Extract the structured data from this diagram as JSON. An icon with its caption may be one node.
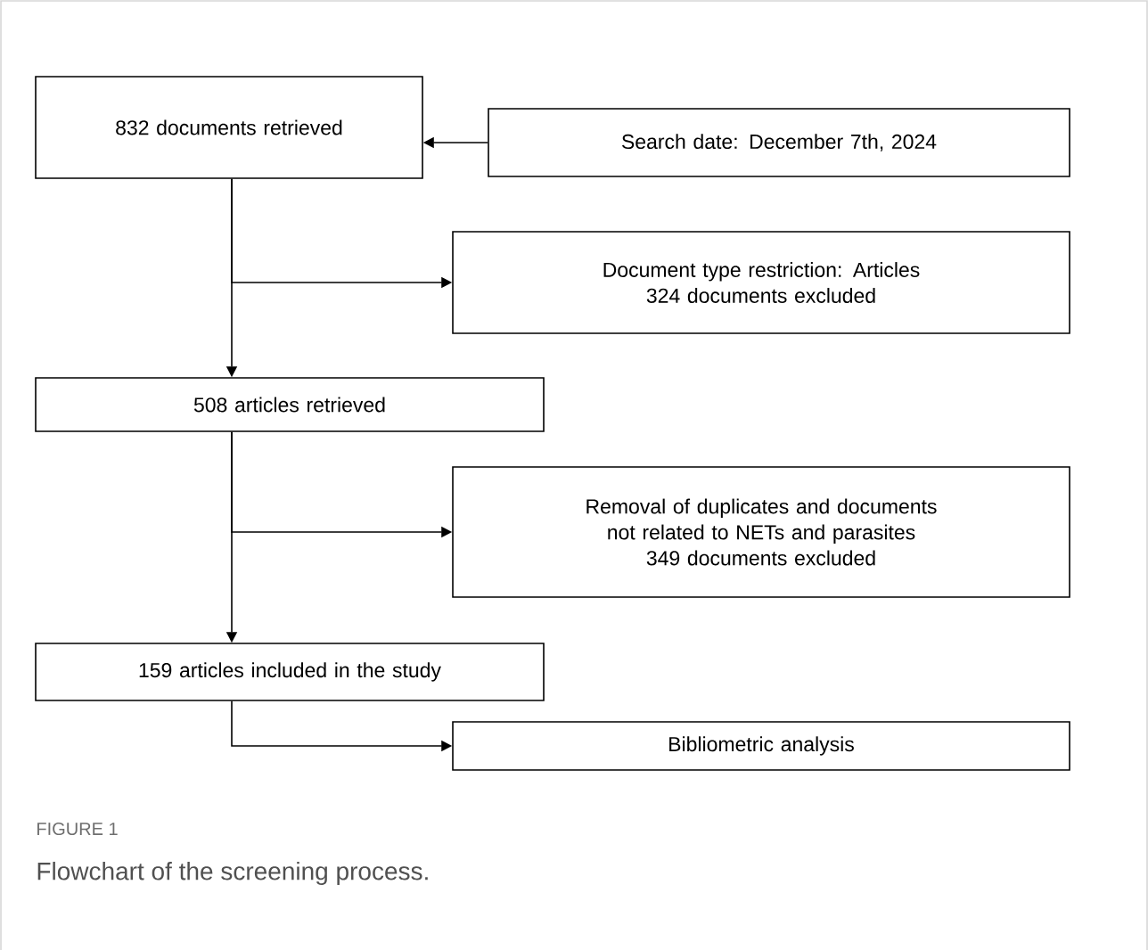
{
  "diagram": {
    "caption": "Flowchart of the screening process.",
    "nodes": [
      {
        "text": [
          "832 documents retrieved"
        ]
      },
      {
        "text": [
          "Search date: December 7th, 2024"
        ]
      },
      {
        "text": [
          "Document type restriction: Articles",
          "324 documents excluded"
        ]
      },
      {
        "text": [
          "508 articles retrieved"
        ]
      },
      {
        "text": [
          "Removal of duplicates and documents not related to NETs and parasites",
          "349 documents excluded"
        ]
      },
      {
        "text": [
          "159 articles included in the study"
        ]
      },
      {
        "text": [
          "Bibliometric analysis"
        ]
      }
    ],
    "edges": [
      {
        "from": 1,
        "to": 0,
        "arrow": "to"
      },
      {
        "from": 0,
        "to": 3,
        "arrow": "to"
      },
      {
        "from": 0,
        "to": 2,
        "arrow": "to"
      },
      {
        "from": 3,
        "to": 5,
        "arrow": "to"
      },
      {
        "from": 3,
        "to": 4,
        "arrow": "to"
      },
      {
        "from": 5,
        "to": 6,
        "arrow": "to"
      }
    ],
    "labels": [
      "FIGURE 1"
    ]
  }
}
